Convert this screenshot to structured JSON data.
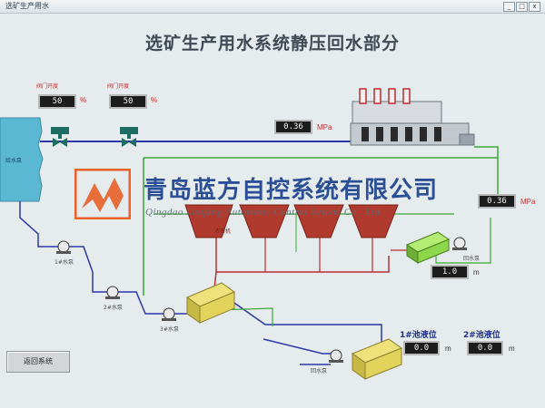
{
  "window": {
    "title": "选矿生产用水",
    "controls": [
      "_",
      "□",
      "x"
    ]
  },
  "page": {
    "title": "选矿生产用水系统静压回水部分"
  },
  "tank": {
    "label": "给水泵"
  },
  "valves": [
    {
      "label": "阀门开度",
      "value": "50",
      "unit": "%"
    },
    {
      "label": "阀门开度",
      "value": "50",
      "unit": "%"
    }
  ],
  "pressure_top": {
    "value": "0.36",
    "unit": "MPa"
  },
  "pressure_right": {
    "value": "0.36",
    "unit": "MPa"
  },
  "level_mid": {
    "value": "1.0",
    "unit": "m"
  },
  "pump_labels": [
    "1#水泵",
    "2#水泵",
    "3#水泵",
    "回水泵",
    "回水泵"
  ],
  "thickener_label": "浓密机",
  "pools": [
    {
      "label": "1#池液位",
      "value": "0.0",
      "unit": "m"
    },
    {
      "label": "2#池液位",
      "value": "0.0",
      "unit": "m"
    }
  ],
  "buttons": {
    "action": "返回系统"
  },
  "watermark": {
    "name": "青岛蓝方自控系统有限公司",
    "english": "Qingdao Lanfang Automatic Control System Co., Ltd."
  },
  "colors": {
    "pipe_blue": "#2c38a8",
    "pipe_green": "#3aa838",
    "pipe_red": "#b83030",
    "tank_cyan": "#5ab8d2",
    "valve_teal": "#1d6e62",
    "thickener_red": "#b03a2e",
    "tank_yellow": "#e2d35a",
    "tank_green": "#8cd84a",
    "logo_orange": "#e8622a"
  }
}
